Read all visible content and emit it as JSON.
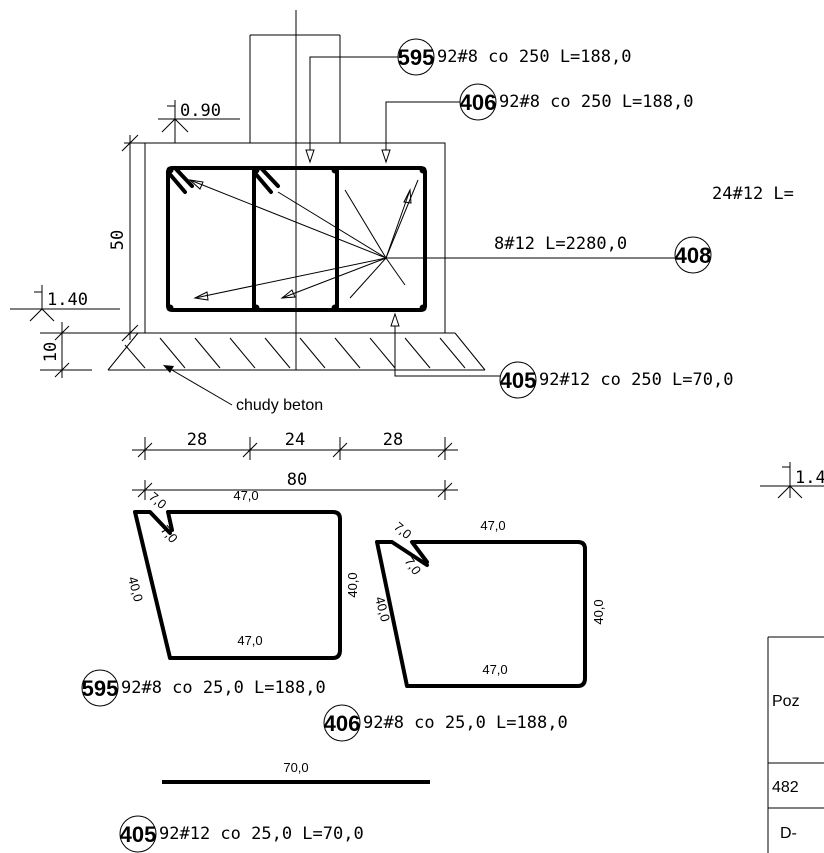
{
  "section": {
    "elev_top": "0.90",
    "elev_bottom": "1.40",
    "dim_height": "50",
    "dim_lean": "10",
    "lean_label": "chudy beton",
    "dim_widths": [
      "28",
      "24",
      "28"
    ],
    "dim_total": "80"
  },
  "callouts": {
    "c595": {
      "mark": "595",
      "text": "92#8  co  250  L=188,0"
    },
    "c406": {
      "mark": "406",
      "text": "92#8  co  250  L=188,0"
    },
    "c408": {
      "mark": "408",
      "text": "8#12  L=2280,0"
    },
    "c405": {
      "mark": "405",
      "text": "92#12  co  250  L=70,0"
    },
    "partial": "24#12   L="
  },
  "shapes": {
    "s595": {
      "mark": "595",
      "text": "92#8  co  25,0  L=188,0",
      "top": "47,0",
      "bottom": "47,0",
      "right": "40,0",
      "left": "40,0",
      "hook1": "7,0",
      "hook2": "7,0"
    },
    "s406": {
      "mark": "406",
      "text": "92#8  co  25,0  L=188,0",
      "top": "47,0",
      "bottom": "47,0",
      "right": "40,0",
      "left": "40,0",
      "hook1": "7,0",
      "hook2": "7,0"
    },
    "s405": {
      "mark": "405",
      "text": "92#12  co  25,0  L=70,0",
      "length": "70,0"
    }
  },
  "right_elev": "1.4",
  "table": {
    "header": "Poz",
    "row1": "482",
    "row2": "D-"
  }
}
